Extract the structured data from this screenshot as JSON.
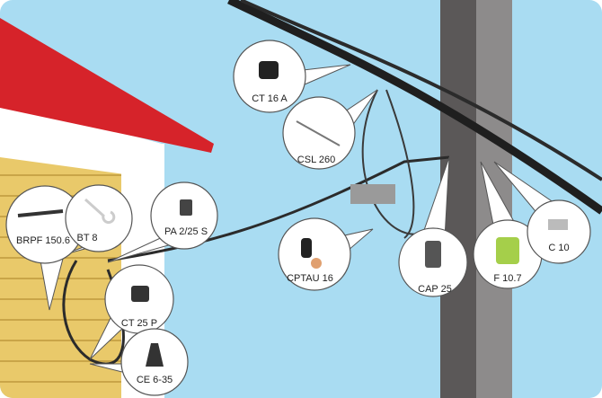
{
  "colors": {
    "sky": "#a9dcf2",
    "roof": "#d6232a",
    "siding": "#e9c96a",
    "wall": "#ffffff",
    "pole_dark": "#5b5858",
    "pole_light": "#8d8b8b",
    "cable": "#222222"
  },
  "callouts": [
    {
      "id": "ct16a",
      "label": "CT 16 A"
    },
    {
      "id": "csl260",
      "label": "CSL 260"
    },
    {
      "id": "brpf",
      "label": "BRPF 150.6"
    },
    {
      "id": "bt8",
      "label": "BT 8"
    },
    {
      "id": "pa225s",
      "label": "PA 2/25 S"
    },
    {
      "id": "cptau16",
      "label": "CPTAU 16"
    },
    {
      "id": "cap25",
      "label": "CAP 25"
    },
    {
      "id": "f107",
      "label": "F 10.7"
    },
    {
      "id": "c10",
      "label": "C 10"
    },
    {
      "id": "ct25p",
      "label": "CT 25 P"
    },
    {
      "id": "ce635",
      "label": "CE 6-35"
    }
  ]
}
